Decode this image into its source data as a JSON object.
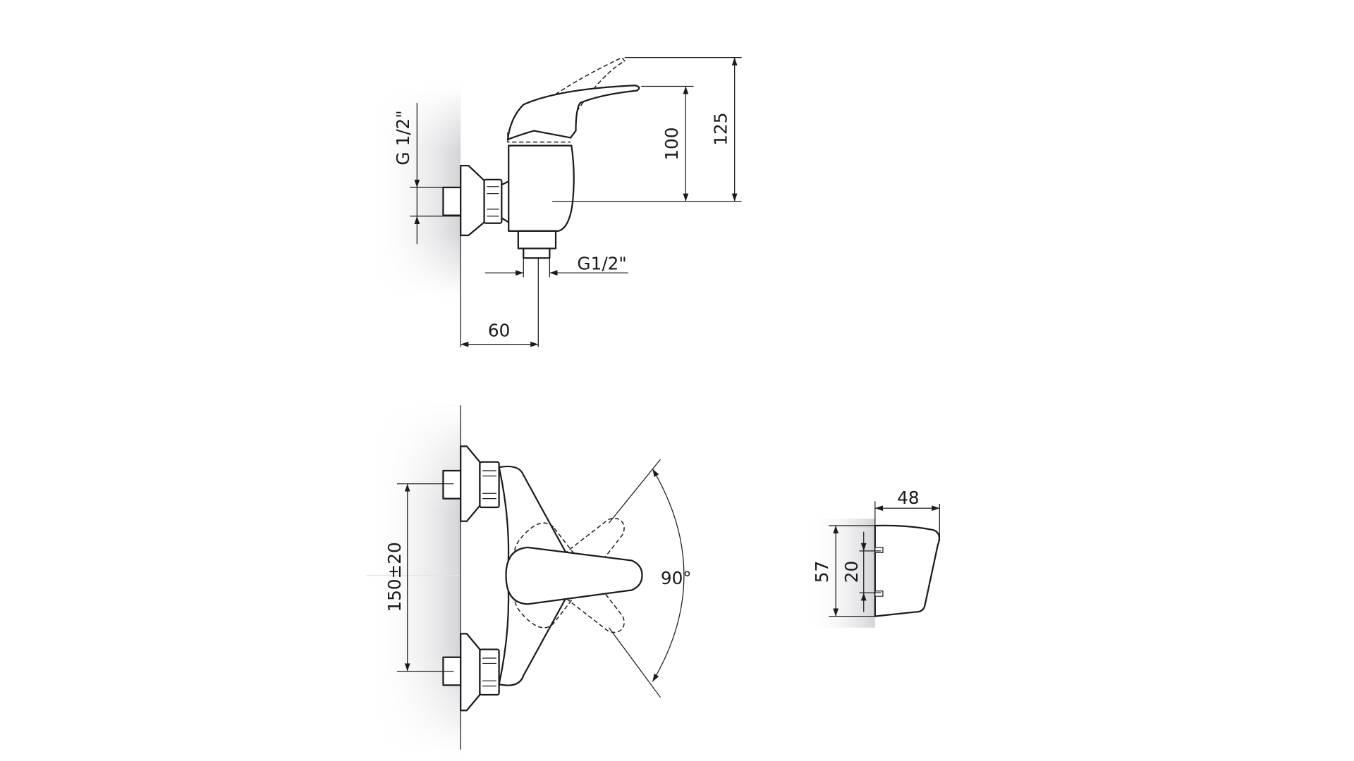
{
  "side_view": {
    "inlet_thread": "G 1/2\"",
    "outlet_thread": "G1/2\"",
    "projection": "60",
    "height_lever": "100",
    "height_lever_raised": "125"
  },
  "front_view": {
    "inlet_spacing": "150±20",
    "lever_rotation": "90°"
  },
  "escutcheon_view": {
    "width": "48",
    "height": "57",
    "pin_spacing": "20"
  },
  "colors": {
    "line": "#1a1a1a",
    "wall_shade": "#d8d8dc"
  }
}
